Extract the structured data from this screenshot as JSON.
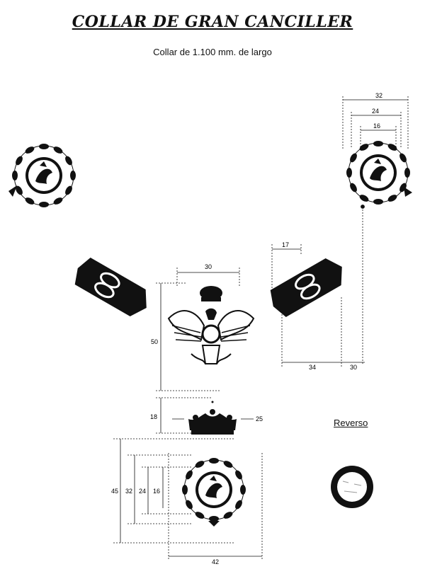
{
  "title": "COLLAR DE GRAN CANCILLER",
  "subtitle": "Collar de 1.100 mm. de largo",
  "reverse_label": "Reverso",
  "dimensions": {
    "top_right_outer": "32",
    "top_right_mid": "24",
    "top_right_inner": "16",
    "link_offset": "17",
    "link_length": "34",
    "link_gap": "30",
    "eagle_width": "30",
    "eagle_height": "50",
    "crown_height": "18",
    "crown_width": "25",
    "medal_outer_h": "45",
    "medal_32": "32",
    "medal_24": "24",
    "medal_16": "16",
    "medal_width": "42"
  },
  "colors": {
    "ink": "#111111",
    "paper": "#ffffff"
  }
}
